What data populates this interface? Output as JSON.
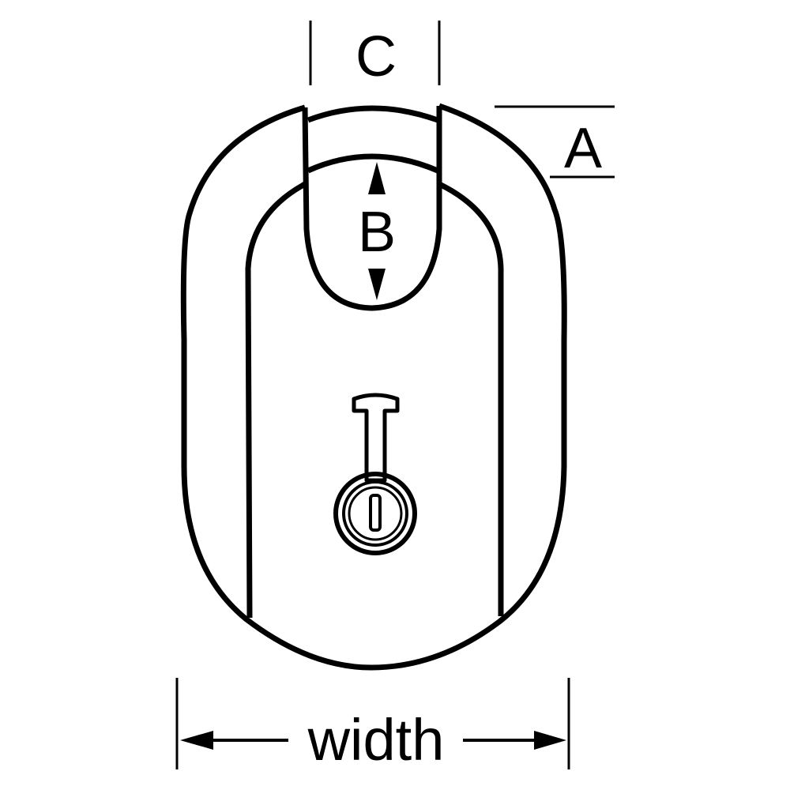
{
  "labels": {
    "a": "A",
    "b": "B",
    "c": "C",
    "width": "width"
  },
  "colors": {
    "line": "#000000",
    "background": "#ffffff"
  }
}
